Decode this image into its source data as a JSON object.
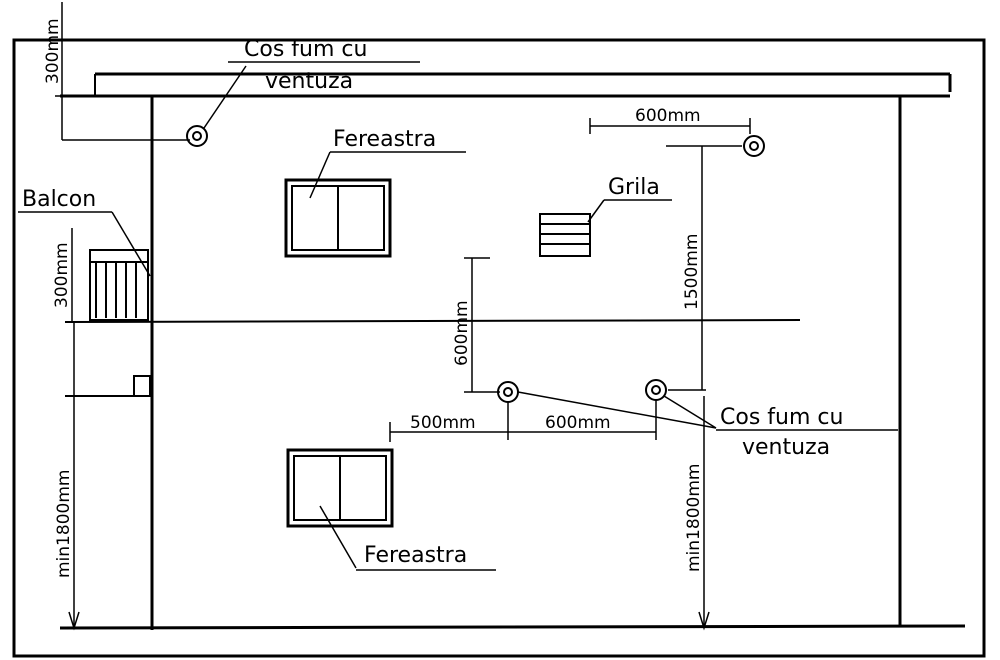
{
  "labels": {
    "cos_top_line1": "Cos fum cu",
    "cos_top_line2": "ventuza",
    "fereastra_top": "Fereastra",
    "balcon": "Balcon",
    "grila": "Grila",
    "cos_right_line1": "Cos fum cu",
    "cos_right_line2": "ventuza",
    "fereastra_bottom": "Fereastra"
  },
  "dimensions": {
    "top_300": "300mm",
    "balcony_300": "300mm",
    "left_min1800": "min1800mm",
    "spacing_600_top": "600mm",
    "vertical_1500": "1500mm",
    "vertical_600": "600mm",
    "horizontal_500": "500mm",
    "horizontal_600": "600mm",
    "right_min1800": "min1800mm"
  }
}
